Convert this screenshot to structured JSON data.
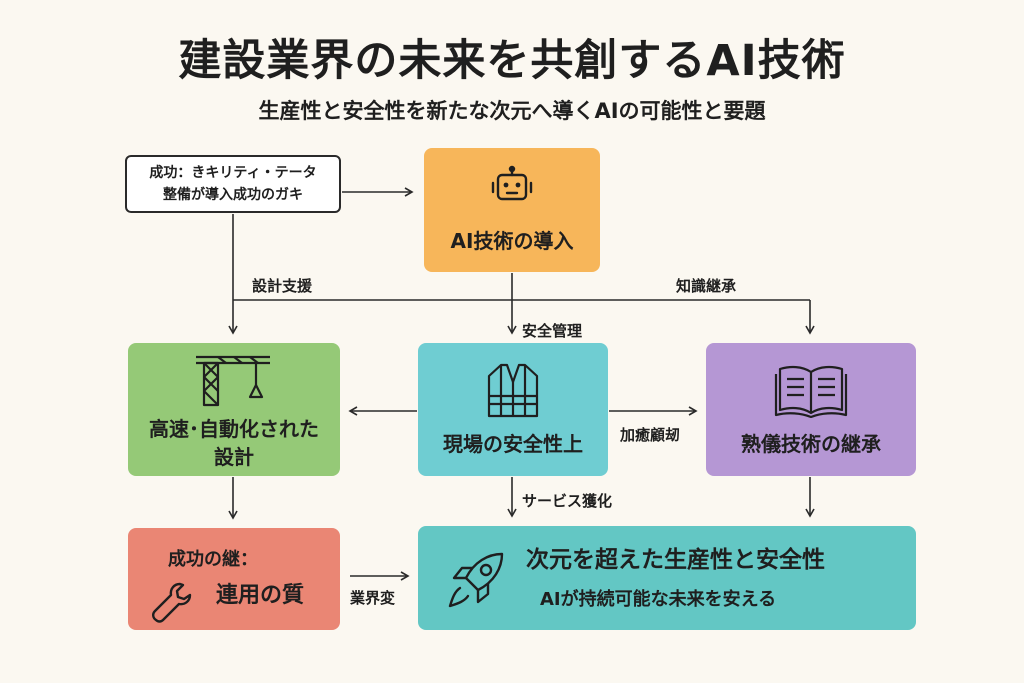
{
  "header": {
    "title": "建設業界の未来を共創するAI技術",
    "subtitle": "生産性と安全性を新たな次元へ導くAIの可能性と要題"
  },
  "note": {
    "line1": "成功：きキリティ・テータ",
    "line2": "整備が導入成功のガキ"
  },
  "nodes": {
    "ai": {
      "label": "AI技術の導入",
      "icon": "robot-icon",
      "color": "#f7b65a"
    },
    "design": {
      "line1": "高速･自動化された",
      "line2": "設計",
      "icon": "crane-icon",
      "color": "#95c977"
    },
    "safety": {
      "label": "現場の安全性上",
      "icon": "safety-vest-icon",
      "color": "#6fcdd2"
    },
    "knowledge": {
      "label": "熟儀技術の継承",
      "icon": "book-icon",
      "color": "#b597d4"
    },
    "operation": {
      "line1": "成功の継：",
      "line2": "連用の質",
      "icon": "wrench-icon",
      "color": "#ea8674"
    },
    "result": {
      "title": "次元を超えた生産性と安全性",
      "subtitle": "AIが持続可能な未来を安える",
      "icon": "rocket-icon",
      "color": "#63c7c4"
    }
  },
  "edges": {
    "design_support": "設計支援",
    "knowledge_transfer": "知識継承",
    "safety_mgmt": "安全管理",
    "efficiency": "加癒顧刼",
    "service": "サービス獲化",
    "industry": "業界変"
  }
}
